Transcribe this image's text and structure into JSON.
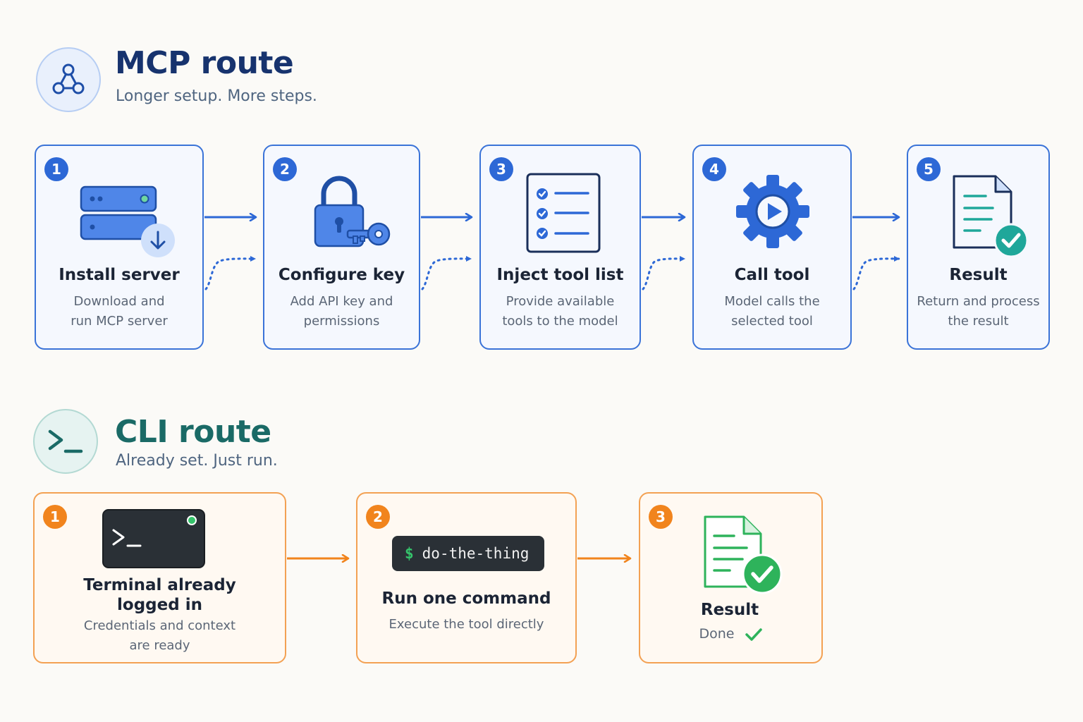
{
  "mcp": {
    "title": "MCP route",
    "subtitle": "Longer setup. More steps.",
    "steps": [
      {
        "number": "1",
        "title": "Install server",
        "desc": [
          "Download and",
          "run MCP server"
        ]
      },
      {
        "number": "2",
        "title": "Configure key",
        "desc": [
          "Add API key and",
          "permissions"
        ]
      },
      {
        "number": "3",
        "title": "Inject tool list",
        "desc": [
          "Provide available",
          "tools to the model"
        ]
      },
      {
        "number": "4",
        "title": "Call tool",
        "desc": [
          "Model calls the",
          "selected tool"
        ]
      },
      {
        "number": "5",
        "title": "Result",
        "desc": [
          "Return and process",
          "the result"
        ]
      }
    ]
  },
  "cli": {
    "title": "CLI route",
    "subtitle": "Already set. Just run.",
    "steps": [
      {
        "number": "1",
        "title": [
          "Terminal already",
          "logged in"
        ],
        "desc": [
          "Credentials and context",
          "are ready"
        ]
      },
      {
        "number": "2",
        "title": "Run one command",
        "desc": "Execute the tool directly",
        "command_prompt": "$",
        "command": "do-the-thing"
      },
      {
        "number": "3",
        "title": "Result",
        "desc": "Done"
      }
    ]
  },
  "colors": {
    "mcp_accent": "#2d68d6",
    "cli_accent": "#f1841d",
    "cli_title": "#1a6a66",
    "mcp_title": "#17336e",
    "success_teal": "#1fa79a",
    "success_green": "#2eb35b"
  },
  "icons": {
    "mcp_header": "network-nodes-icon",
    "cli_header": "terminal-prompt-icon",
    "mcp_steps": [
      "server-download-icon",
      "padlock-key-icon",
      "checklist-icon",
      "gear-play-icon",
      "document-check-icon"
    ],
    "cli_steps": [
      "terminal-window-icon",
      "command-line-box",
      "document-check-icon"
    ]
  }
}
